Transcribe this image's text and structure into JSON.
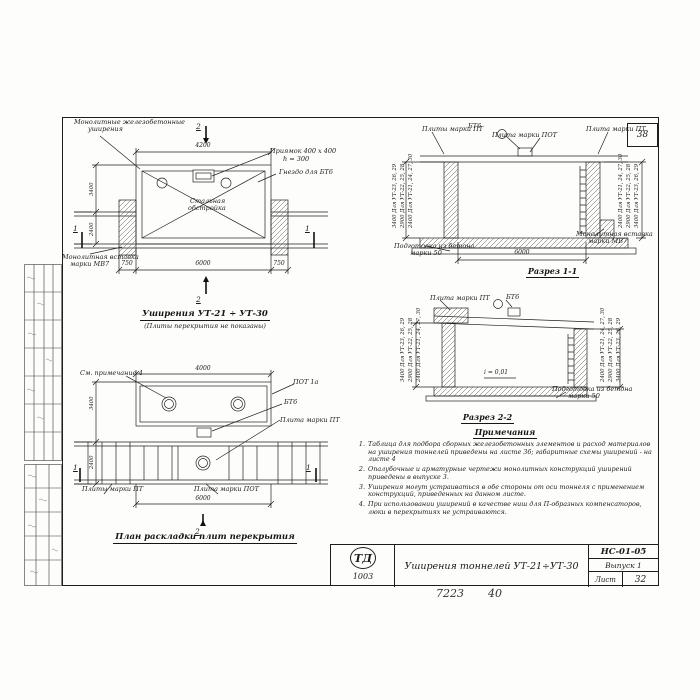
{
  "sheet": {
    "corner_number": "38",
    "footer_code": "7223",
    "footer_num": "40"
  },
  "stamp": {
    "logo_top": "ТД",
    "logo_year": "1003",
    "title": "Уширения тоннелей УТ-21÷УТ-30",
    "doc_code": "НС-01-05",
    "issue": "Выпуск 1",
    "sheet_word": "Лист",
    "sheet_num": "32"
  },
  "plan": {
    "title": "Уширения УТ-21 ÷ УТ-30",
    "subtitle": "(Плиты перекрытия не показаны)",
    "monolithic_1": "Монолитные железобетонные",
    "monolithic_2": "уширения",
    "pit": "Приямок 400 х 400",
    "pit_h": "h = 300",
    "socket": "Гнездо для БТ6",
    "steel_1": "Стальная",
    "steel_2": "обстройка",
    "insert_1": "Монолитная вставка",
    "insert_2": "марки МВ7",
    "dim_top": "4200",
    "dim_left": "750",
    "dim_mid": "6000",
    "dim_right": "750",
    "dim_v_upper": "3400",
    "dim_v_lower": "2400",
    "marker_2": "2",
    "marker_1": "1"
  },
  "section1": {
    "title": "Разрез 1-1",
    "label_left": "Плиты марки ПТ",
    "label_bt6": "БТ6",
    "label_pot": "Плита марки ПОТ",
    "label_right": "Плита марки ПТ",
    "prep_1": "Подготовка из бетона",
    "prep_2": "марки 50",
    "insert_1": "Монолитная вставка",
    "insert_2": "марки МВ7",
    "dim": "6000"
  },
  "section2": {
    "title": "Разрез 2-2",
    "label_slab": "Плита марки ПТ",
    "label_bt6": "БТ6",
    "slope": "i = 0,01",
    "prep_1": "Подготовка из бетона",
    "prep_2": "марки 50"
  },
  "alt_dims": {
    "rows": [
      {
        "value": "2400",
        "note": "Для УТ-21, 24, 27, 30"
      },
      {
        "value": "2900",
        "note": "Для УТ-22, 25, 28"
      },
      {
        "value": "3400",
        "note": "Для УТ-23, 26, 29"
      }
    ]
  },
  "layout": {
    "title": "План раскладки плит перекрытия",
    "note_ref": "См. примечание 4",
    "label_pot1a": "ПОТ 1а",
    "label_bt6": "БТ6",
    "label_pt": "Плита марки ПТ",
    "label_slabs_pt": "Плиты марки ПТ",
    "label_slab_pot": "Плита марки ПОТ",
    "dim_top": "4000",
    "dim_bottom": "6000",
    "dim_v_upper": "3400",
    "dim_v_lower": "2400",
    "marker_2": "2",
    "marker_1": "1"
  },
  "notes": {
    "title": "Примечания",
    "items": [
      {
        "num": "1.",
        "text": "Таблица для подбора сборных железобетонных элементов и расход материалов на уширения тоннелей приведены на листе 36; габаритные схемы уширений - на листе 4"
      },
      {
        "num": "2.",
        "text": "Опалубочные и арматурные чертежи монолитных конструкций уширений приведены в выпуске 3."
      },
      {
        "num": "3.",
        "text": "Уширения могут устраиваться в обе стороны от оси тоннеля с применением конструкций, приведенных на данном листе."
      },
      {
        "num": "4.",
        "text": "При использовании уширений в качестве ниш для П-образных компенсаторов, люки в перекрытиях не устраиваются."
      }
    ]
  }
}
